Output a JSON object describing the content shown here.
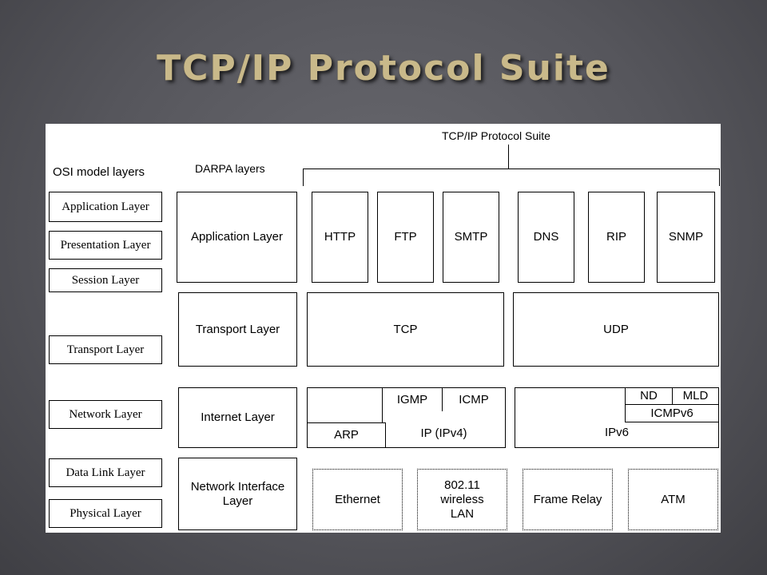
{
  "slide": {
    "title": "TCP/IP Protocol Suite"
  },
  "diagram": {
    "suite_label": "TCP/IP Protocol Suite",
    "osi_header": "OSI model layers",
    "darpa_header": "DARPA layers",
    "osi_layers": [
      "Application Layer",
      "Presentation Layer",
      "Session Layer",
      "Transport Layer",
      "Network Layer",
      "Data Link Layer",
      "Physical Layer"
    ],
    "darpa_layers": [
      "Application Layer",
      "Transport Layer",
      "Internet Layer",
      "Network Interface Layer"
    ],
    "application_protocols": [
      "HTTP",
      "FTP",
      "SMTP",
      "DNS",
      "RIP",
      "SNMP"
    ],
    "transport_protocols": [
      "TCP",
      "UDP"
    ],
    "ipv4": {
      "igmp": "IGMP",
      "icmp": "ICMP",
      "arp": "ARP",
      "ip": "IP (IPv4)"
    },
    "ipv6": {
      "nd": "ND",
      "mld": "MLD",
      "icmpv6": "ICMPv6",
      "ip": "IPv6"
    },
    "network_interfaces": [
      "Ethernet",
      "802.11 wireless LAN",
      "Frame Relay",
      "ATM"
    ]
  }
}
